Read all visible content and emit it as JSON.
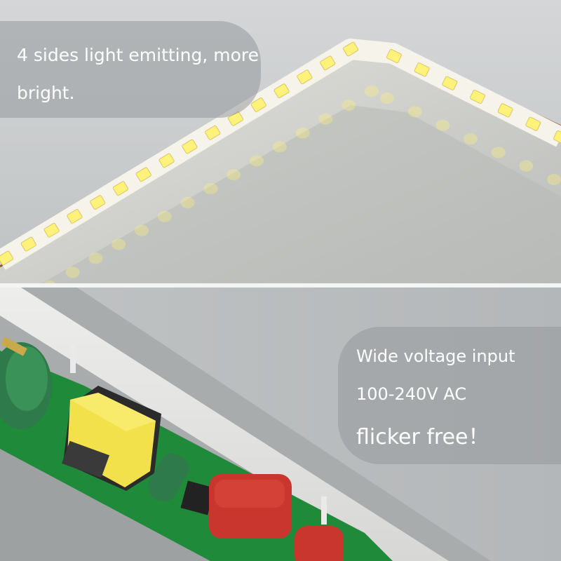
{
  "captions": {
    "top": {
      "line1": "4 sides light emitting, more",
      "line2": "bright."
    },
    "bottom": {
      "line1": "Wide voltage input",
      "line2": "100-240V AC",
      "line3": "flicker free！"
    }
  },
  "colors": {
    "led_chip": "#fff27a",
    "led_strip": "#f6f3ea",
    "background_gray": "#c9cccd",
    "pcb_green": "#1f8a3a",
    "transformer_yellow": "#f3e14b",
    "capacitor_red": "#c8362d",
    "capacitor_green": "#2f7a4a",
    "caption_text": "#ffffff"
  }
}
